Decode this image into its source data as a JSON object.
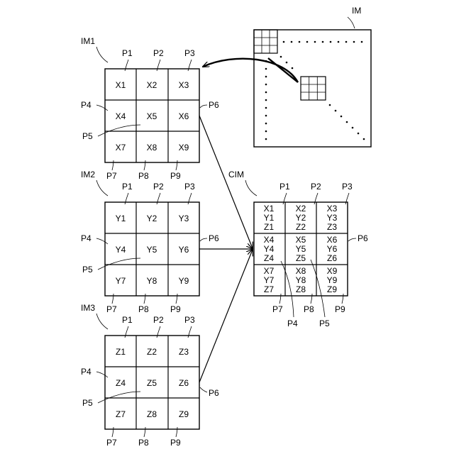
{
  "labels": {
    "im": "IM",
    "im1": "IM1",
    "im2": "IM2",
    "im3": "IM3",
    "cim": "CIM"
  },
  "grids": {
    "im1": [
      "X1",
      "X2",
      "X3",
      "X4",
      "X5",
      "X6",
      "X7",
      "X8",
      "X9"
    ],
    "im2": [
      "Y1",
      "Y2",
      "Y3",
      "Y4",
      "Y5",
      "Y6",
      "Y7",
      "Y8",
      "Y9"
    ],
    "im3": [
      "Z1",
      "Z2",
      "Z3",
      "Z4",
      "Z5",
      "Z6",
      "Z7",
      "Z8",
      "Z9"
    ],
    "cim": [
      [
        "X1",
        "Y1",
        "Z1"
      ],
      [
        "X2",
        "Y2",
        "Z2"
      ],
      [
        "X3",
        "Y3",
        "Z3"
      ],
      [
        "X4",
        "Y4",
        "Z4"
      ],
      [
        "X5",
        "Y5",
        "Z5"
      ],
      [
        "X6",
        "Y6",
        "Z6"
      ],
      [
        "X7",
        "Y7",
        "Z7"
      ],
      [
        "X8",
        "Y8",
        "Z8"
      ],
      [
        "X9",
        "Y9",
        "Z9"
      ]
    ]
  },
  "points": {
    "p1": "P1",
    "p2": "P2",
    "p3": "P3",
    "p4": "P4",
    "p5": "P5",
    "p6": "P6",
    "p7": "P7",
    "p8": "P8",
    "p9": "P9"
  }
}
